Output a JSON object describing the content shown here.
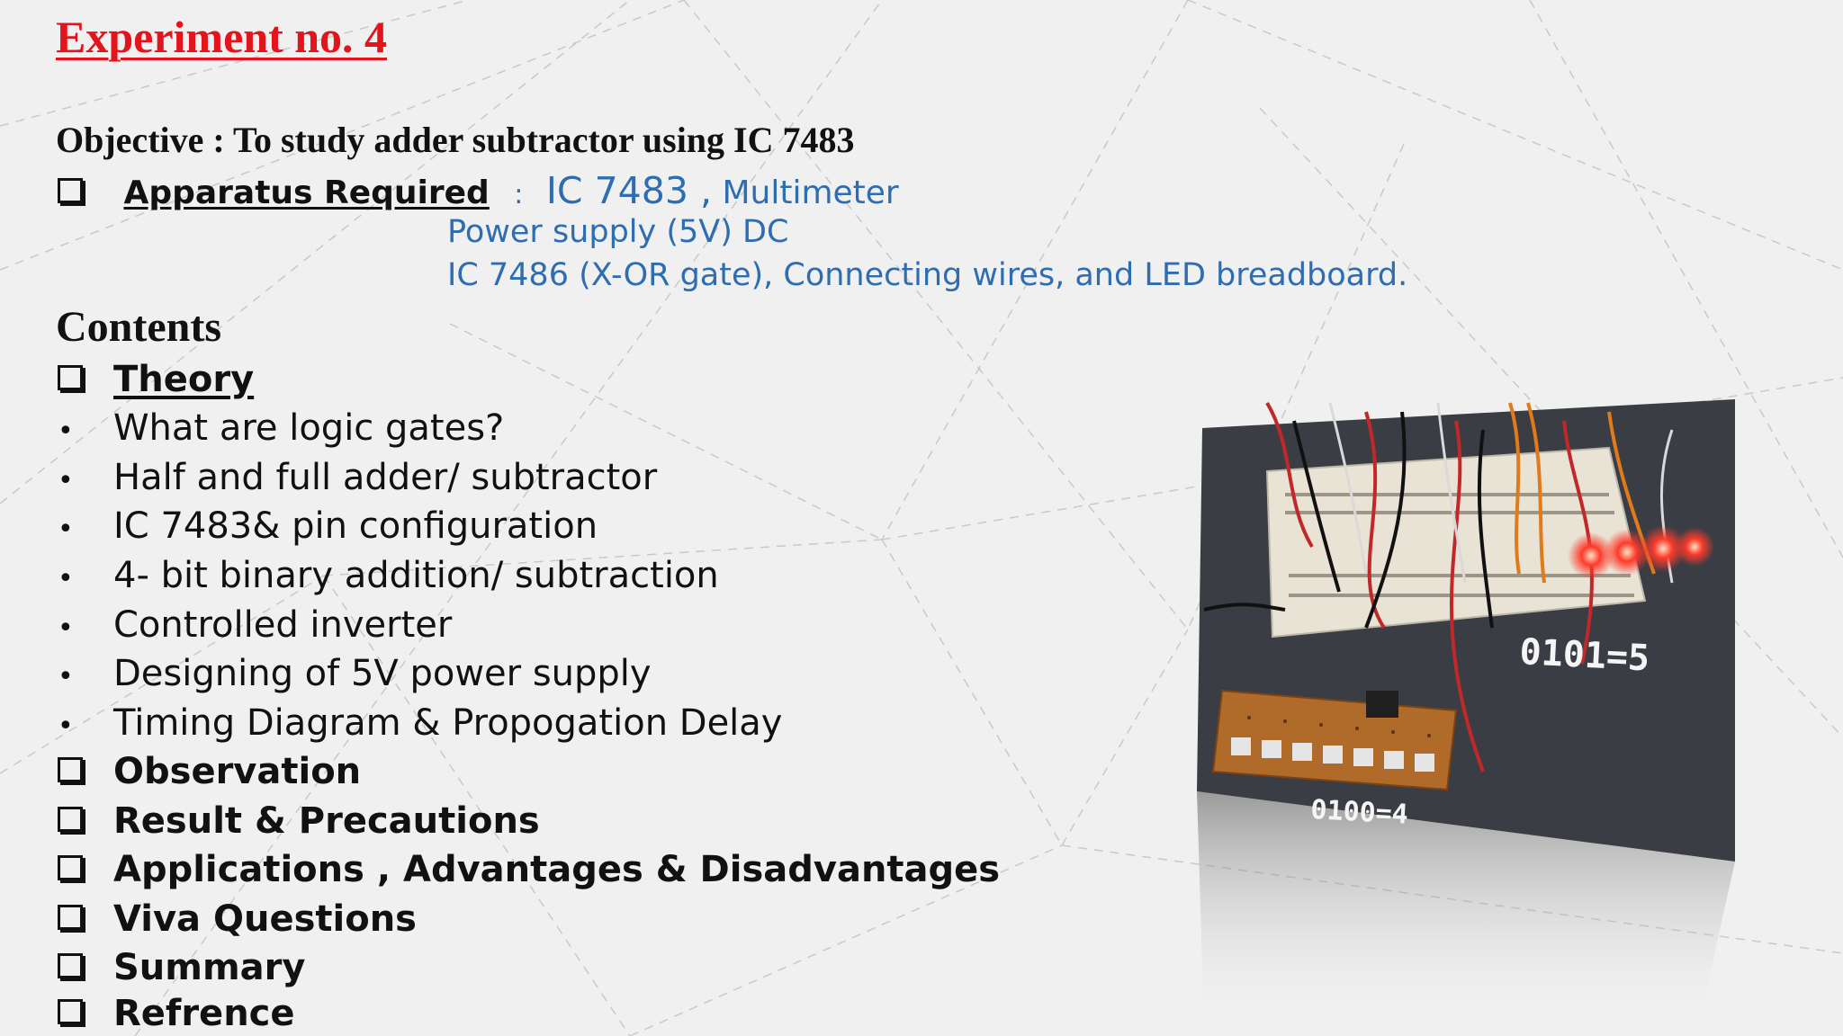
{
  "slide": {
    "title": "Experiment no. 4",
    "objective": "Objective : To study adder subtractor using IC 7483",
    "apparatus": {
      "label": "Apparatus Required",
      "colon": ":",
      "item_ic": "IC 7483 ,",
      "item_line1": "Multimeter",
      "item_line2": "Power supply (5V) DC",
      "item_line3": "IC 7486 (X-OR gate), Connecting wires, and  LED breadboard."
    },
    "contents_heading": "Contents",
    "theory": "Theory",
    "theory_items": [
      "What are logic gates?",
      "Half and full adder/ subtractor",
      "IC 7483& pin configuration",
      "4- bit binary addition/ subtraction",
      "Controlled inverter",
      "Designing of 5V power supply",
      "Timing Diagram & Propogation Delay"
    ],
    "sections": [
      "Observation",
      "Result & Precautions",
      "Applications , Advantages & Disadvantages",
      "Viva Questions",
      "Summary",
      "Refrence"
    ],
    "photo": {
      "label_top": "0101=5",
      "label_bottom": "0100=4"
    }
  },
  "colors": {
    "title": "#e3141b",
    "accent_blue": "#2e6db0",
    "text": "#111111",
    "background": "#f0f0f0"
  }
}
